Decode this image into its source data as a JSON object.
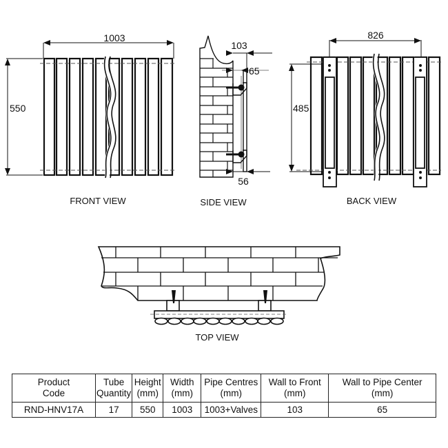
{
  "views": {
    "front": {
      "label": "FRONT VIEW",
      "width_dim": "1003",
      "height_dim": "550"
    },
    "side": {
      "label": "SIDE VIEW",
      "wall_to_front_dim": "103",
      "wall_to_pipe_dim": "65",
      "bracket_offset_dim": "56"
    },
    "back": {
      "label": "BACK VIEW",
      "bracket_centres_dim": "826",
      "bracket_height_dim": "485"
    },
    "top": {
      "label": "TOP VIEW"
    }
  },
  "table": {
    "headers": [
      {
        "line1": "Product",
        "line2": "Code"
      },
      {
        "line1": "Tube",
        "line2": "Quantity"
      },
      {
        "line1": "Height",
        "line2": "(mm)"
      },
      {
        "line1": "Width",
        "line2": "(mm)"
      },
      {
        "line1": "Pipe Centres",
        "line2": "(mm)"
      },
      {
        "line1": "Wall to Front",
        "line2": "(mm)"
      },
      {
        "line1": "Wall to Pipe Center",
        "line2": "(mm)"
      }
    ],
    "rows": [
      [
        "RND-HNV17A",
        "17",
        "550",
        "1003",
        "1003+Valves",
        "103",
        "65"
      ]
    ]
  }
}
